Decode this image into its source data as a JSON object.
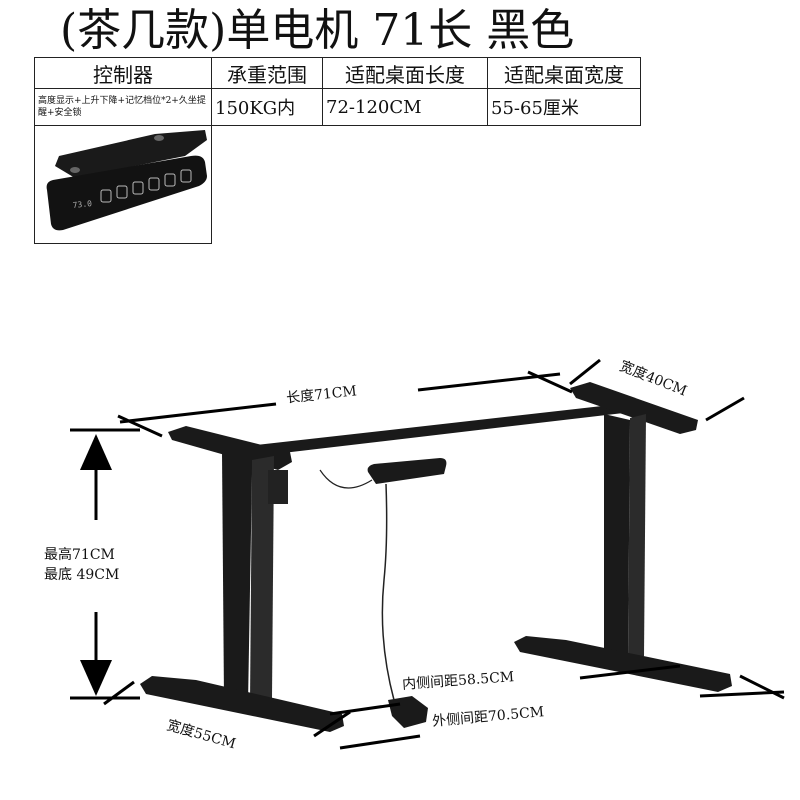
{
  "title": "(茶几款)单电机 71长 黑色",
  "table": {
    "headers": [
      "控制器",
      "承重范围",
      "适配桌面长度",
      "适配桌面宽度"
    ],
    "controller_desc": "高度显示+上升下降+记忆档位*2+久坐提醒+安全锁",
    "load": "150KG内",
    "desk_length": "72-120CM",
    "desk_width": "55-65厘米"
  },
  "controller_display": "73.0",
  "dimensions": {
    "length": "长度71CM",
    "width_top": "宽度40CM",
    "height_max": "最高71CM",
    "height_min": "最底 49CM",
    "inner_spacing": "内侧间距58.5CM",
    "outer_spacing": "外侧间距70.5CM",
    "width_bottom": "宽度55CM"
  },
  "colors": {
    "frame": "#1a1a1a",
    "text": "#111111"
  }
}
